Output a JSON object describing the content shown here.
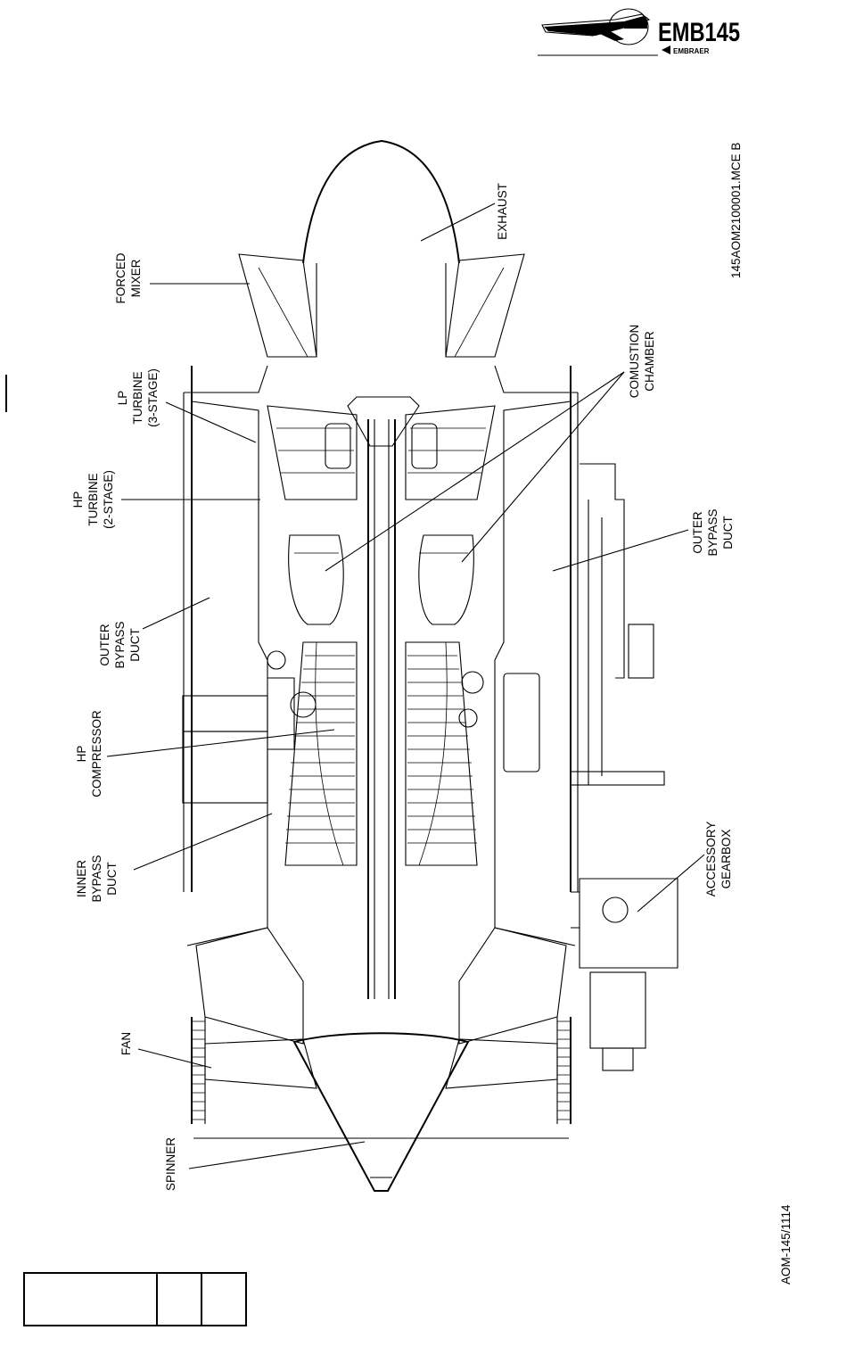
{
  "header": {
    "logo_text": "EMB145",
    "brand": "EMBRAER"
  },
  "side_codes": {
    "figure_code": "145AOM2100001.MCE B",
    "page_code": "AOM-145/1114"
  },
  "labels": {
    "exhaust": "EXHAUST",
    "forced_mixer": [
      "FORCED",
      "MIXER"
    ],
    "lp_turbine": [
      "LP",
      "TURBINE",
      "(3-STAGE)"
    ],
    "combustion_chamber": [
      "COMUSTION",
      "CHAMBER"
    ],
    "hp_turbine": [
      "HP",
      "TURBINE",
      "(2-STAGE)"
    ],
    "outer_bypass_duct_left": [
      "OUTER",
      "BYPASS",
      "DUCT"
    ],
    "outer_bypass_duct_right": [
      "OUTER",
      "BYPASS",
      "DUCT"
    ],
    "hp_compressor": [
      "HP",
      "COMPRESSOR"
    ],
    "inner_bypass_duct": [
      "INNER",
      "BYPASS",
      "DUCT"
    ],
    "accessory_gearbox": [
      "ACCESSORY",
      "GEARBOX"
    ],
    "fan": "FAN",
    "spinner": "SPINNER"
  },
  "colors": {
    "ink": "#000000",
    "paper": "#ffffff"
  }
}
